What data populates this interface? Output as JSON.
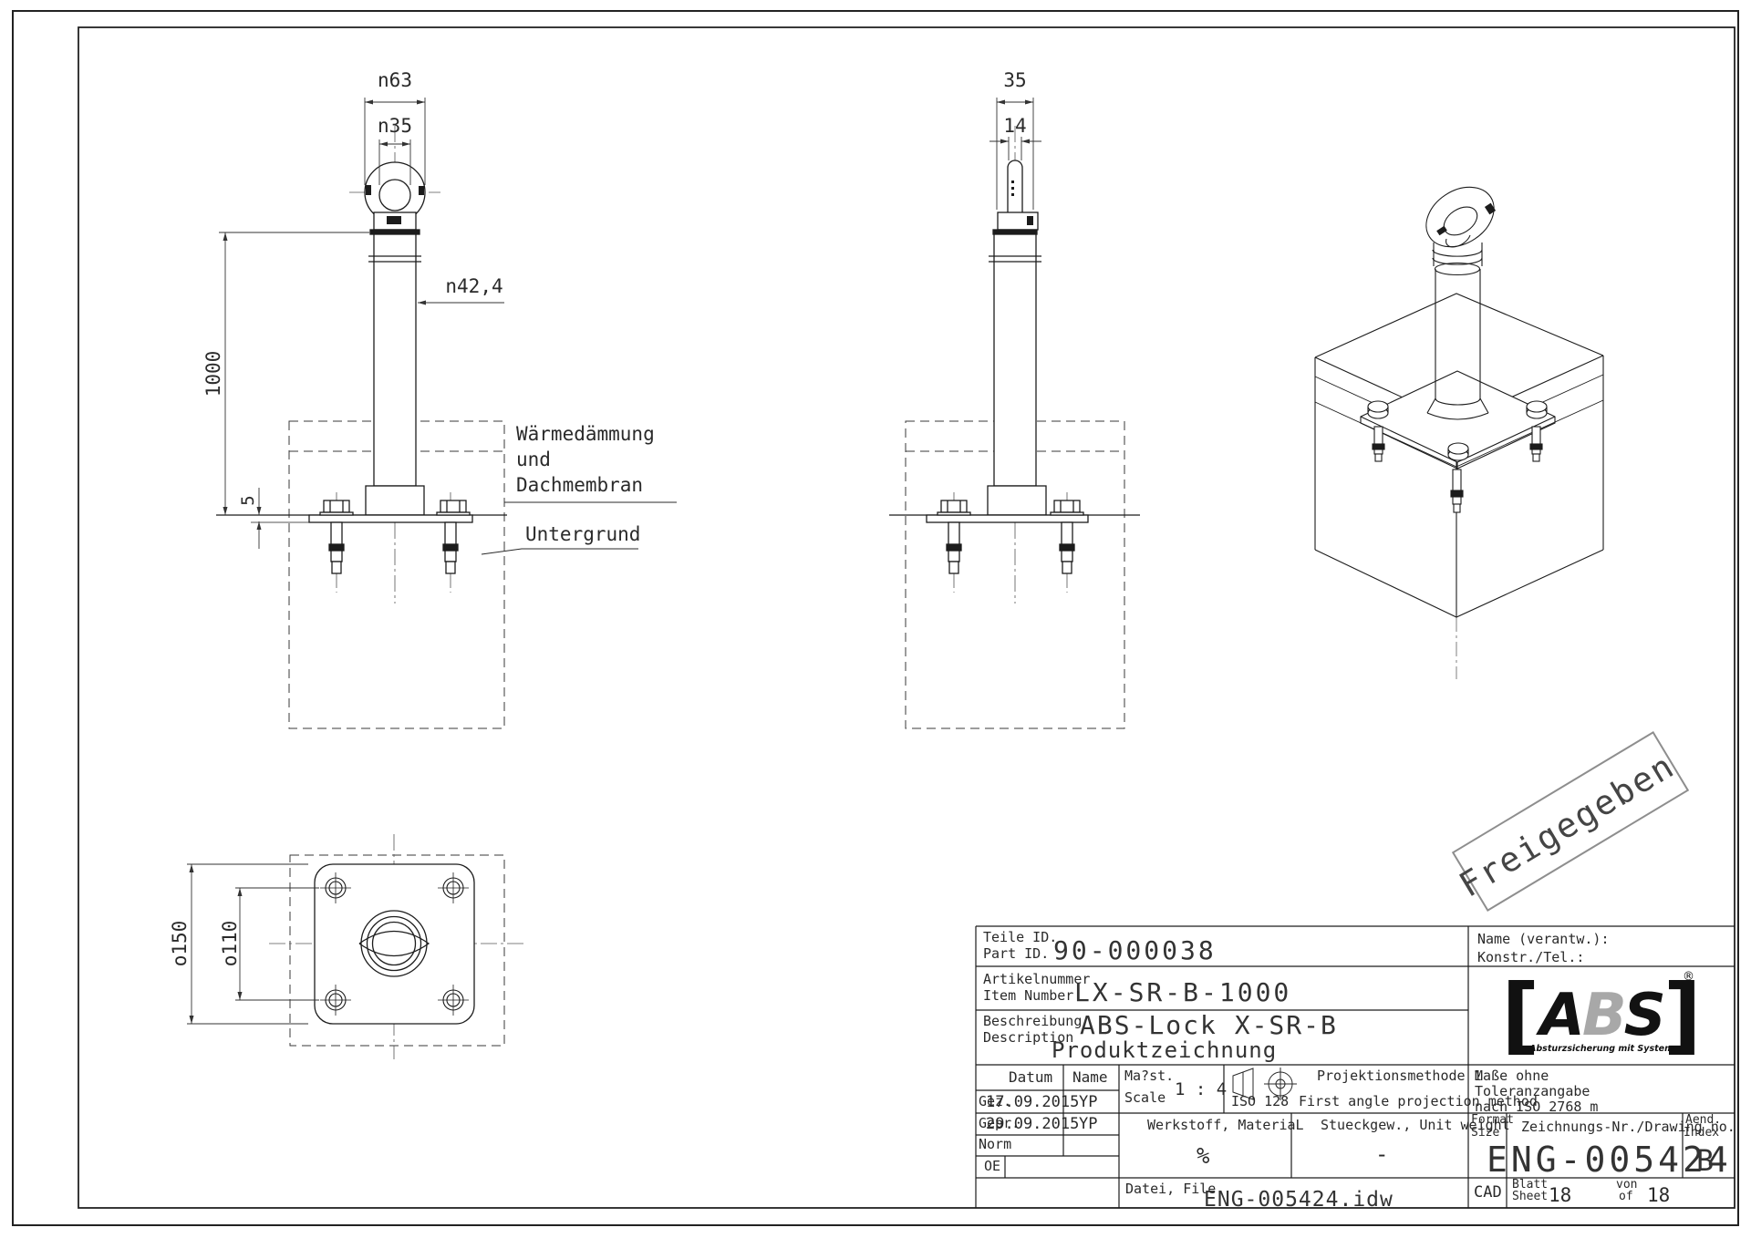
{
  "colors": {
    "line": "#1c1c1c",
    "stamp_border": "#8e8e8e",
    "logo_gray": "#a8a8a8"
  },
  "drawing": {
    "front_view": {
      "dia_outer": "n63",
      "dia_inner": "n35",
      "dia_post": "n42,4",
      "height": "1000",
      "plate_thickness": "5",
      "label_insulation_1": "Wärmedämmung",
      "label_insulation_2": "und",
      "label_insulation_3": "Dachmembran",
      "label_substrate": "Untergrund"
    },
    "side_view": {
      "eye_width": "35",
      "eye_thickness": "14"
    },
    "bottom_view": {
      "plate_size": "o150",
      "hole_spacing": "o110"
    },
    "stamp": "Freigegeben"
  },
  "title_block": {
    "part_id": {
      "label_de": "Teile ID.",
      "label_en": "Part ID.",
      "value": "90-000038"
    },
    "item_number": {
      "label_de": "Artikelnummer",
      "label_en": "Item Number",
      "value": "LX-SR-B-1000"
    },
    "description": {
      "label_de": "Beschreibung",
      "label_en": "Description",
      "value_line1": "ABS-Lock X-SR-B",
      "value_line2": "Produktzeichnung"
    },
    "name_block": {
      "line1": "Name (verantw.):",
      "line2": "Konstr./Tel.:"
    },
    "logo": {
      "bracket_left": "[",
      "letter_a": "A",
      "letter_b": "B",
      "letter_s": "S",
      "bracket_right": "]",
      "registered": "®",
      "tagline": "Absturzsicherung mit System"
    },
    "approval_table": {
      "headers": {
        "datum": "Datum",
        "name": "Name"
      },
      "rows": [
        {
          "label": "Gez.",
          "date": "17.09.2015",
          "name": "YP"
        },
        {
          "label": "Gepr.",
          "date": "29.09.2015",
          "name": "YP"
        },
        {
          "label": "Norm",
          "date": "",
          "name": ""
        },
        {
          "label": "OE",
          "date": "",
          "name": ""
        }
      ]
    },
    "scale": {
      "label_de": "Ma?st.",
      "label_en": "Scale",
      "value": "1 : 4"
    },
    "projection": {
      "label_de": "Projektionsmethode 1",
      "iso": "ISO 128",
      "label_en": "First angle projection method"
    },
    "material": {
      "label": "Werkstoff, MateriaL",
      "value": "%"
    },
    "unit_weight": {
      "label": "Stueckgew., Unit weight",
      "value": "-"
    },
    "file": {
      "label": "Datei, File",
      "value": "ENG-005424.idw"
    },
    "tolerance": {
      "line1": "Maße ohne",
      "line2": "Toleranzangabe",
      "line3": "nach ISO 2768 m"
    },
    "format": {
      "label_de": "Format",
      "label_en": "Size"
    },
    "drawing_no": {
      "label": "Zeichnungs-Nr./Drawing no.",
      "value": "ENG-005424"
    },
    "index": {
      "label_de": "Aend.",
      "label_en": "Index",
      "value": "B"
    },
    "cad": {
      "label": "CAD"
    },
    "sheet": {
      "label_de": "Blatt",
      "label_en": "Sheet",
      "value": "18"
    },
    "of": {
      "label_de": "von",
      "label_en": "of",
      "value": "18"
    }
  }
}
